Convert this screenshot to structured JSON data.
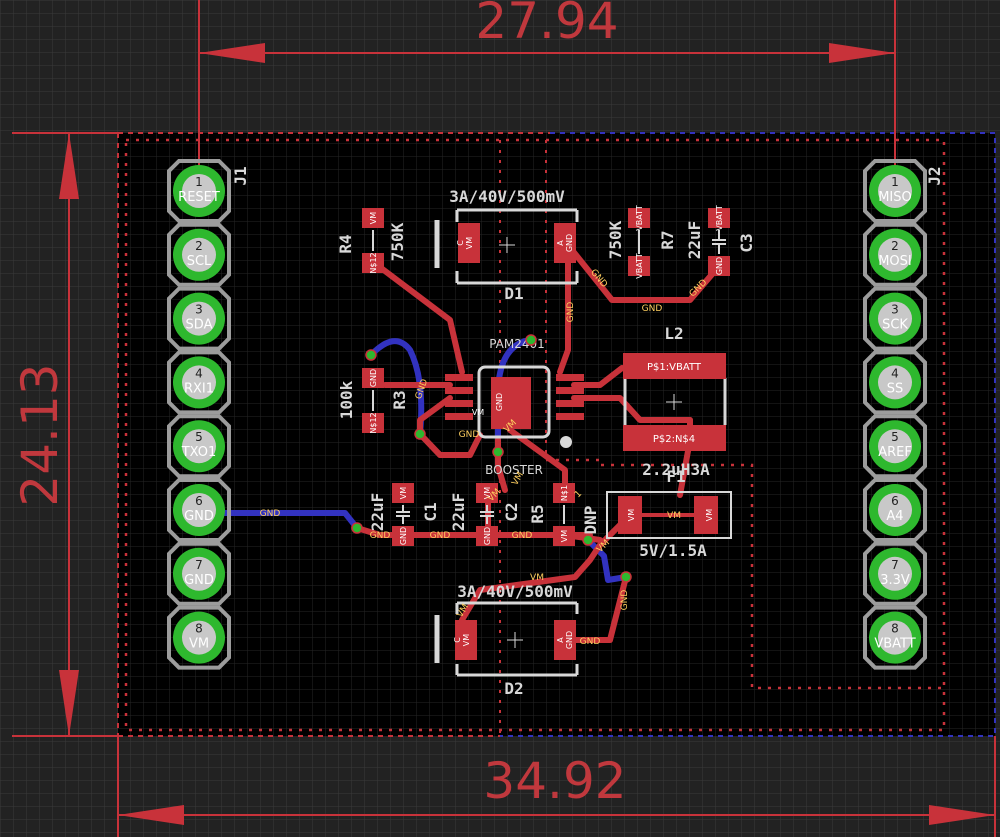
{
  "dimensions": {
    "top_width": "27.94",
    "left_height": "24.13",
    "bottom_width": "34.92"
  },
  "header_left": {
    "ref": "J1",
    "pins": [
      {
        "num": "1",
        "name": "RESET"
      },
      {
        "num": "2",
        "name": "SCL"
      },
      {
        "num": "3",
        "name": "SDA"
      },
      {
        "num": "4",
        "name": "RXI1"
      },
      {
        "num": "5",
        "name": "TXO1"
      },
      {
        "num": "6",
        "name": "GND"
      },
      {
        "num": "7",
        "name": "GND"
      },
      {
        "num": "8",
        "name": "VM"
      }
    ]
  },
  "header_right": {
    "ref": "J2",
    "pins": [
      {
        "num": "1",
        "name": "MISO"
      },
      {
        "num": "2",
        "name": "MOSI"
      },
      {
        "num": "3",
        "name": "SCK"
      },
      {
        "num": "4",
        "name": "SS"
      },
      {
        "num": "5",
        "name": "AREF"
      },
      {
        "num": "6",
        "name": "A4"
      },
      {
        "num": "7",
        "name": "3.3V"
      },
      {
        "num": "8",
        "name": "VBATT"
      }
    ]
  },
  "components": {
    "d1": {
      "ref": "D1",
      "value": "3A/40V/500mV",
      "pad_c": "VM",
      "pad_a": "GND",
      "pad_c_num": "C",
      "pad_a_num": "A"
    },
    "d2": {
      "ref": "D2",
      "value": "3A/40V/500mV",
      "pad_c": "VM",
      "pad_a": "GND",
      "pad_c_num": "C",
      "pad_a_num": "A"
    },
    "r4": {
      "ref": "R4",
      "value": "750K",
      "pad1": "VM",
      "pad2": "N$12"
    },
    "r7": {
      "ref": "R7",
      "value": "750K",
      "pad1": "VBATT",
      "pad2": "VBATT"
    },
    "c3": {
      "ref": "C3",
      "value": "22uF",
      "pad1": "VBATT",
      "pad2": "GND"
    },
    "r3": {
      "ref": "R3",
      "value": "100k",
      "pad1": "GND",
      "pad2": "N$12"
    },
    "c1": {
      "ref": "C1",
      "value": "22uF",
      "pad1": "VM",
      "pad2": "GND"
    },
    "c2": {
      "ref": "C2",
      "value": "22uF",
      "pad1": "VM",
      "pad2": "GND"
    },
    "r5": {
      "ref": "R5",
      "value": "DNP",
      "pad1": "N$1",
      "pad2": "VM"
    },
    "l2": {
      "ref": "L2",
      "value": "2.2uH3A",
      "pad1": "P$1:VBATT",
      "pad2": "P$2:N$4"
    },
    "f1": {
      "ref": "F1",
      "value": "5V/1.5A",
      "pad1": "VM",
      "pad2": "VM"
    },
    "u1": {
      "ref": "PAM2401",
      "value": "BOOSTER",
      "pad_gnd": "GND",
      "pad_vm": "VM"
    }
  },
  "nets": {
    "gnd": "GND",
    "vm": "VM",
    "n1": "1"
  },
  "colors": {
    "background": "#222222",
    "board": "#000000",
    "top_copper": "#c8323a",
    "bottom_copper": "#3232c0",
    "pads": "#9c9c9c",
    "via_ring": "#2eb82e",
    "dimension": "#c0383d",
    "silkscreen": "#d8d8d8"
  }
}
